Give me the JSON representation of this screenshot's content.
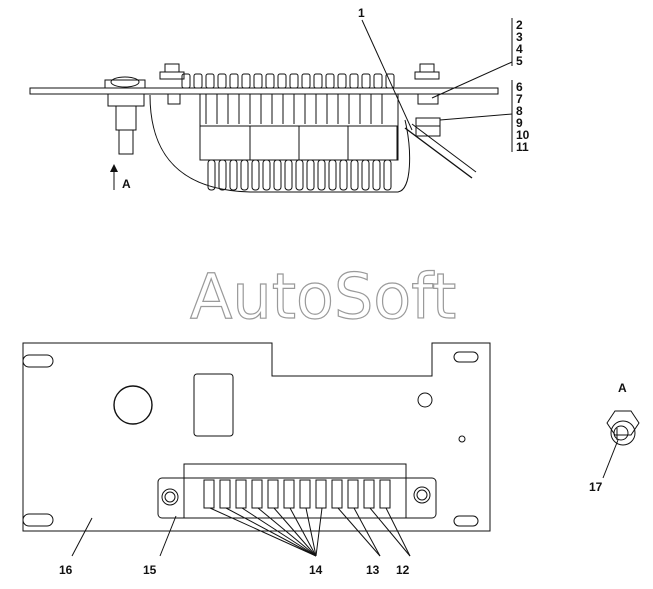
{
  "watermark": "AutoSoft",
  "view_label": "A",
  "callouts": {
    "c1": "1",
    "c2": "2",
    "c3": "3",
    "c4": "4",
    "c5": "5",
    "c6": "6",
    "c7": "7",
    "c8": "8",
    "c9": "9",
    "c10": "10",
    "c11": "11",
    "c12": "12",
    "c13": "13",
    "c14": "14",
    "c15": "15",
    "c16": "16",
    "c17": "17"
  },
  "colors": {
    "line": "#111111",
    "background": "#ffffff",
    "watermark_outline": "#9a9a9a"
  }
}
